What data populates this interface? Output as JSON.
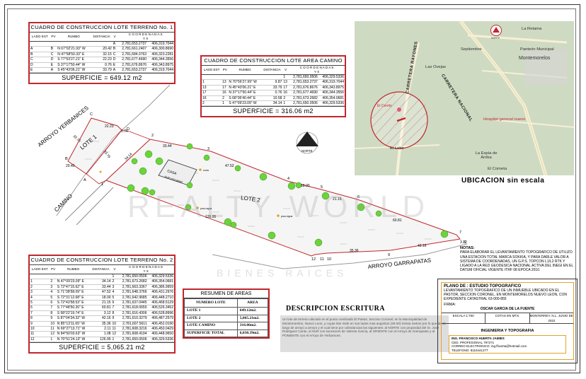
{
  "lote1_table": {
    "title": "CUADRO DE CONSTRUCCION LOTE TERRENO No. 1",
    "headers": [
      "LADO EST",
      "PV",
      "RUMBO",
      "DISTANCIA",
      "V",
      "Y",
      "X"
    ],
    "coord_header": "C O O R D E N A D A S",
    "rows": [
      [
        "",
        "",
        "",
        "",
        "A",
        "2,781,653.2737",
        "406,319.7044"
      ],
      [
        "A",
        "B",
        "N 67°02'21.93\" W",
        "20.42",
        "B",
        "2,781,661.2407",
        "406,300.8690"
      ],
      [
        "B",
        "C",
        "N 47°58'50.33\" E",
        "32.15",
        "C",
        "2,781,684.3763",
        "406,323.2281"
      ],
      [
        "C",
        "D",
        "S 77°53'27.21\" E",
        "22.23",
        "D",
        "2,781,677.4690",
        "406,344.3556"
      ],
      [
        "D",
        "E",
        "S 37°17'50.44\" W",
        "0.76",
        "E",
        "2,781,676.8676",
        "406,343.8975"
      ],
      [
        "E",
        "A",
        "S 45°43'06.21\" W",
        "33.79",
        "A",
        "2,781,653.2737",
        "406,319.7044"
      ]
    ],
    "superficie": "SUPERFICIE = 649.12 m2"
  },
  "camino_table": {
    "title": "CUADRO DE CONSTRUCCION LOTE AREA CAMINO",
    "headers": [
      "LADO EST",
      "PV",
      "RUMBO",
      "DISTANCIA",
      "V",
      "Y",
      "X"
    ],
    "coord_header": "C O O R D E N A D A S",
    "rows": [
      [
        "",
        "",
        "",
        "",
        "1",
        "2,781,650.0506",
        "406,329.5336"
      ],
      [
        "1",
        "13",
        "N 70°56'27.99\" W",
        "9.87",
        "13",
        "2,781,653.2737",
        "406,319.7044"
      ],
      [
        "13",
        "17",
        "N 45°43'06.21\" E",
        "33.79",
        "17",
        "2,781,676.8676",
        "406,343.8975"
      ],
      [
        "17",
        "16",
        "N 37°17'50.44\" E",
        "0.76",
        "16",
        "2,781,677.4690",
        "406,344.3556"
      ],
      [
        "16",
        "2",
        "S 68°36'40.44\" E",
        "10.58",
        "2",
        "2,781,673.2682",
        "406,354.0681"
      ],
      [
        "2",
        "1",
        "S 47°09'23.09\" W",
        "34.14",
        "1",
        "2,781,650.0506",
        "406,329.5336"
      ]
    ],
    "superficie": "SUPERFICIE = 316.06 m2"
  },
  "lote2_table": {
    "title": "CUADRO DE CONSTRUCCION LOTE TERRENO No. 2",
    "headers": [
      "LADO EST",
      "PV",
      "RUMBO",
      "DISTANCIA",
      "V",
      "Y",
      "X"
    ],
    "coord_header": "C O O R D E N A D A S",
    "rows": [
      [
        "",
        "",
        "",
        "",
        "1",
        "2,781,650.0506",
        "406,329.5336"
      ],
      [
        "1",
        "2",
        "N 47°09'23.09\" E",
        "34.14",
        "2",
        "2,781,673.2682",
        "406,354.0681"
      ],
      [
        "2",
        "3",
        "S 72°47'15.62\" E",
        "33.44",
        "3",
        "2,781,663.3367",
        "406,386.9959"
      ],
      [
        "3",
        "4",
        "S 71°38'58.09\" E",
        "47.52",
        "4",
        "2,781,648.3766",
        "406,431.2976"
      ],
      [
        "4",
        "5",
        "S 72°31'12.68\" E",
        "18.00",
        "5",
        "2,781,642.9685",
        "406,448.2710"
      ],
      [
        "5",
        "6",
        "S 72°43'58.53\" E",
        "21.15",
        "6",
        "2,781,637.0445",
        "406,468.5129"
      ],
      [
        "6",
        "7",
        "S 77°48'50.26\" E",
        "60.81",
        "7",
        "2,781,618.0655",
        "406,526.3452"
      ],
      [
        "7",
        "8",
        "S 58°22'19.74\" E",
        "3.12",
        "8",
        "2,781,616.4306",
        "406,528.8996"
      ],
      [
        "8",
        "9",
        "S 87°04'34.32\" W",
        "42.16",
        "9",
        "2,781,610.3279",
        "406,487.2579"
      ],
      [
        "9",
        "10",
        "N 85°13'11.65\" W",
        "35.36",
        "10",
        "2,781,607.5611",
        "406,452.0190"
      ],
      [
        "10",
        "11",
        "N 69°27'13.71\" W",
        "2.11",
        "11",
        "2,781,608.3216",
        "406,450.0429"
      ],
      [
        "11",
        "12",
        "N 84°50'03.63\" W",
        "1.08",
        "12",
        "2,781,608.4194",
        "406,448.9650"
      ],
      [
        "12",
        "1",
        "N 70°51'24.13\" W",
        "126.95",
        "1",
        "2,781,650.0506",
        "406,329.5336"
      ]
    ],
    "superficie": "SUPERFICIE = 5,065.21 m2"
  },
  "resumen": {
    "title": "RESUMEN DE AREAS",
    "col1": "NUMERO LOTE",
    "col2": "AREA",
    "rows": [
      [
        "LOTE 1",
        "649.12m2."
      ],
      [
        "LOTE 2",
        "5,065.21m2."
      ],
      [
        "LOTE CAMINO",
        "316.06m2."
      ],
      [
        "SUPERFICIE TOTAL",
        "6,030.39m2."
      ]
    ]
  },
  "descripcion": {
    "title": "DESCRIPCION ESCRITURA",
    "text": "Un lote de terreno ubicado en el punto nombrado El Pastor, Seccion Coronel, en la Municipalidad de Montemorelos, Nuevo Leon, y cuyas lote mide en sus lados mas angostos (30.00) treinta metros por lo que da de largo de arroyo a arroyo y el cual tiene por colindancias las siguientes: al NORTE con propiedad del Sr. Jose Rodriguez Cantu, al SUR con sucesores de Valente Garcia, al ORIENTE con el Arroyo de Garrapatas y al PONIENTE con el Arroyo de Yerbanices."
  },
  "plan": {
    "arroyo_yerbanices": "ARROYO YERBANICES",
    "arroyo_garrapatas": "ARROYO GARRAPATAS",
    "camino": "CAMINO",
    "lote1": "LOTE 1",
    "lote2": "LOTE 2",
    "casa": "CASA",
    "casa_sup": "SUP=233.80M2",
    "norte": "NORTE",
    "pozo": "pozo agua",
    "noria": "noria",
    "dist_1": "22.23",
    "dist_2": "0.76",
    "dist_3": "33.79",
    "dist_4": "32.15",
    "dist_5": "20.42",
    "dist_6": "34.14",
    "dist_7": "33.44",
    "dist_8": "47.52",
    "dist_9": "18.00",
    "dist_10": "21.15",
    "dist_11": "60.81",
    "dist_12": "42.16",
    "dist_13": "35.36",
    "dist_14": "126.95",
    "dist_15": "3.12",
    "v_A": "A",
    "v_B": "B",
    "v_C": "C",
    "v_D": "D",
    "v_1": "1",
    "v_2": "2",
    "v_3": "3",
    "v_4": "4",
    "v_5": "5",
    "v_6": "6",
    "v_7": "7",
    "v_8": "8",
    "v_9": "9",
    "v_10": "10",
    "v_11": "11",
    "v_12": "12"
  },
  "map": {
    "labels": {
      "la_retama": "La Retama",
      "septiembre": "Septiembre",
      "panteon": "Panteón Municipal",
      "montemorelos": "Montemorelos",
      "las_ovejas": "Las Ovejas",
      "el_cerrito": "El Cerrito",
      "hospital": "Hospital general nuevo",
      "la_espia": "La Espía de Arriba",
      "el_cometa": "El Cometa",
      "el_lobo": "El Lobo",
      "carretera_nacional": "CARRETERA NACIONAL",
      "carretera_rayones": "CARRETERA RAYONES",
      "norte": "NORTE"
    },
    "colors": {
      "base": "#cdd8c1",
      "roads": "#f6f0d6",
      "accent": "#c0272d"
    }
  },
  "ubicacion": "UBICACION sin escala",
  "notas": {
    "title": "NOTAS:",
    "text": "PARA ELABORAR EL LEVANTAMIENTO TOPOGRAFICO DE UTILIZO UNA ESTACION TOTAL MARCA SOKKIA, Y PARA DARLE VALOR A SISTEMA DE COORDENADAS, UN G.P.S. TOPCON L1/L2 RTK Y LIGADO A LA RED GEODESICA NACIONAL ACTIVA DEL INEGI EN EL DATUM OFICIAL VIGENTE ITRF 08 EPOCA 2010."
  },
  "plano": {
    "title": "PLANO DE : ESTUDIO TOPOGRAFICO",
    "text": "LEVANTAMIENTO TOPOGRAFICO DE UN INMUEBLE UBICADO EN EL PASTOR, SECCION CORONEL, EN MONTEMORELOS NUEVO LEON, CON EXPEDIENTE CATASTRAL 63-000-855",
    "firma_label": "FIRMA:",
    "responsable": "OSCAR GARCIA DE LA FUENTE",
    "escala": "ESCALA 1:750",
    "cotas": "COTAS EN MTS.",
    "fecha": "MONTERREY, N.L. JUNIO DE 2022",
    "ingenieria": "INGENIERIA Y TOPOGRAFIA",
    "ing": "ING. FRANCISCO HUERTA JAIMES",
    "cedula": "CED. PROFESIONAL 797271",
    "correo": "CORREO ELECTRONICO: ing.fhuerta@hotmail.com",
    "telefono": "TELEFONO: 8110441277"
  },
  "watermark": "REALTY WORLD",
  "watermark_sub": "BIENES RAICES"
}
